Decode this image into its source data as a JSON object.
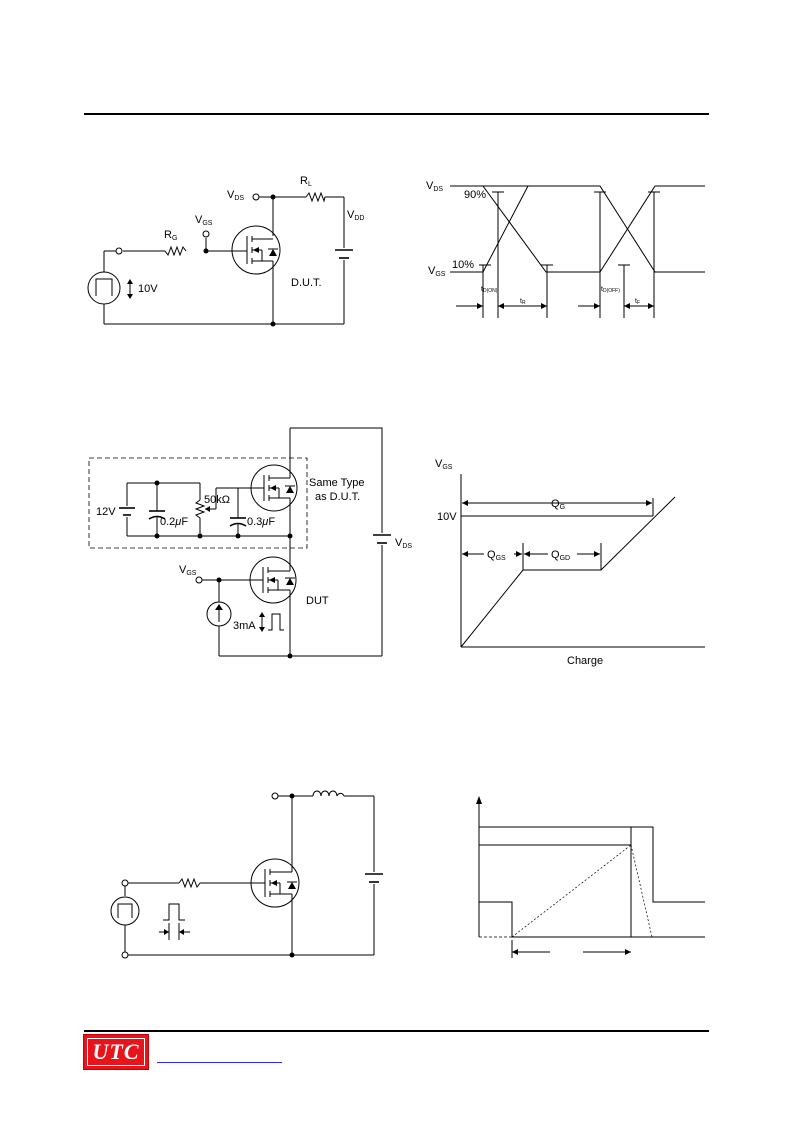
{
  "colors": {
    "logo_bg": "#e8141b",
    "link": "#2a2aff",
    "ink": "#000000"
  },
  "fig1": {
    "vds": "V",
    "vds_sub": "DS",
    "rl": "R",
    "rl_sub": "L",
    "vdd": "V",
    "vdd_sub": "DD",
    "vgs": "V",
    "vgs_sub": "GS",
    "rg": "R",
    "rg_sub": "G",
    "pulse": "10V",
    "dut": "D.U.T."
  },
  "fig2": {
    "vds": "V",
    "vds_sub": "DS",
    "vgs": "V",
    "vgs_sub": "GS",
    "pct90": "90%",
    "pct10": "10%",
    "td_on": "t",
    "td_on_sub": "D(ON)",
    "tr": "t",
    "tr_sub": "R",
    "td_off": "t",
    "td_off_sub": "D(OFF)",
    "tf": "t",
    "tf_sub": "F"
  },
  "fig3": {
    "cap12": "12V",
    "c1": "0.2",
    "mu1": "μ",
    "f1": "F",
    "res": "50k",
    "ohm": "Ω",
    "c2": "0.3",
    "mu2": "μ",
    "f2": "F",
    "same_type_1": "Same Type",
    "same_type_2": "as D.U.T.",
    "vds": "V",
    "vds_sub": "DS",
    "vgs": "V",
    "vgs_sub": "GS",
    "dut": "DUT",
    "current": "3mA"
  },
  "fig4": {
    "vgs": "V",
    "vgs_sub": "GS",
    "v10": "10V",
    "qg": "Q",
    "qg_sub": "G",
    "qgs": "Q",
    "qgs_sub": "GS",
    "qgd": "Q",
    "qgd_sub": "GD",
    "charge": "Charge"
  },
  "footer": {
    "logo": "UTC"
  }
}
